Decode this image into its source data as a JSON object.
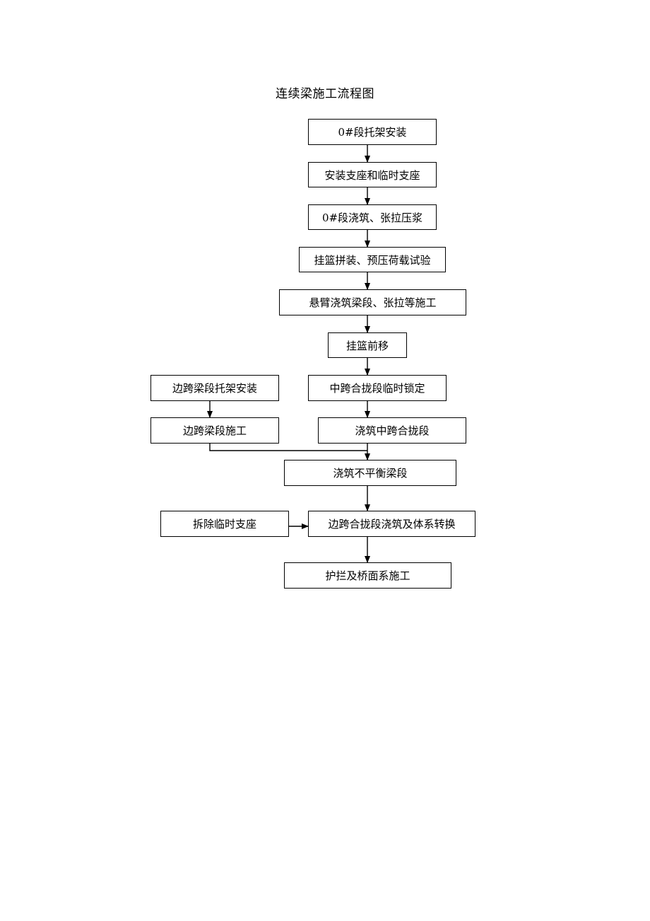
{
  "title": "连续梁施工流程图",
  "steps": {
    "s1": "0#段托架安装",
    "s2": "安装支座和临时支座",
    "s3": "0#段浇筑、张拉压浆",
    "s4": "挂篮拼装、预压荷载试验",
    "s5": "悬臂浇筑梁段、张拉等施工",
    "s6": "挂篮前移",
    "s7": "中跨合拢段临时锁定",
    "s8": "浇筑中跨合拢段",
    "s9": "浇筑不平衡梁段",
    "s10": "边跨合拢段浇筑及体系转换",
    "s11": "护拦及桥面系施工",
    "side1": "边跨梁段托架安装",
    "side2": "边跨梁段施工",
    "side3": "拆除临时支座"
  },
  "colors": {
    "line": "#000000",
    "box_border": "#000000",
    "background": "#ffffff"
  }
}
